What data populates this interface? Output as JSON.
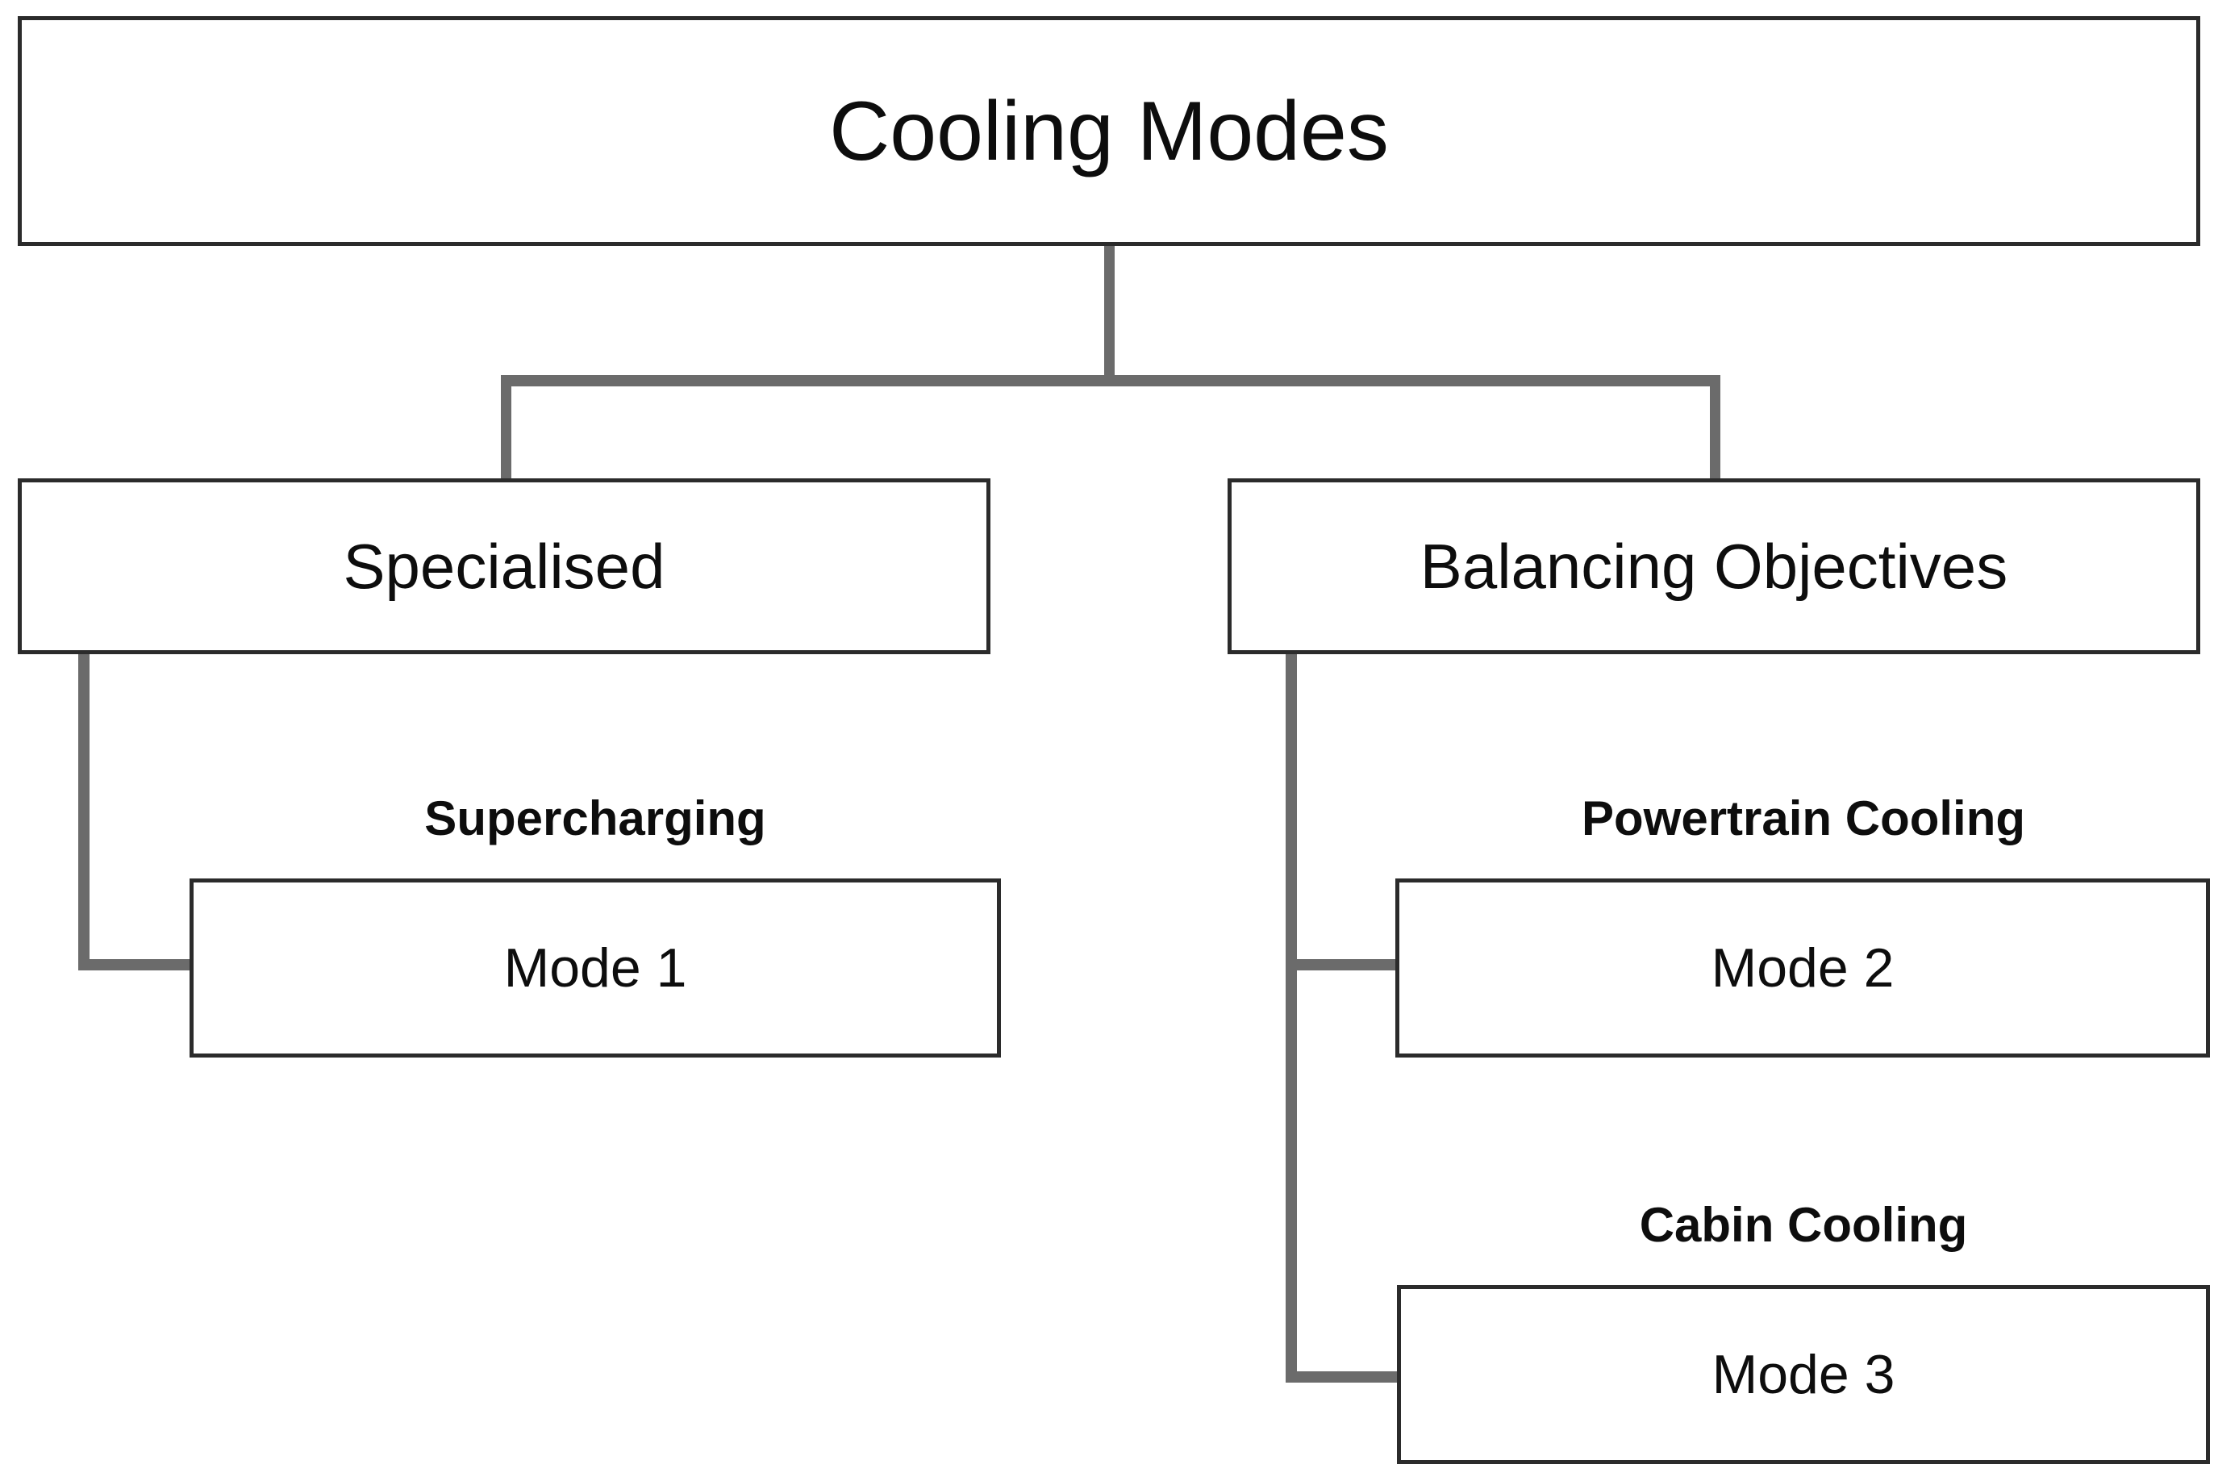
{
  "diagram": {
    "title": "Cooling Modes",
    "type": "hierarchy-tree",
    "colors": {
      "box_border": "#2b2b2b",
      "connector": "#6b6b6b",
      "text": "#0d0d0d",
      "background": "#ffffff"
    },
    "root": {
      "label": "Cooling Modes"
    },
    "branches": [
      {
        "label": "Specialised",
        "children": [
          {
            "caption": "Supercharging",
            "label": "Mode 1"
          }
        ]
      },
      {
        "label": "Balancing Objectives",
        "children": [
          {
            "caption": "Powertrain Cooling",
            "label": "Mode 2"
          },
          {
            "caption": "Cabin Cooling",
            "label": "Mode 3"
          }
        ]
      }
    ]
  }
}
